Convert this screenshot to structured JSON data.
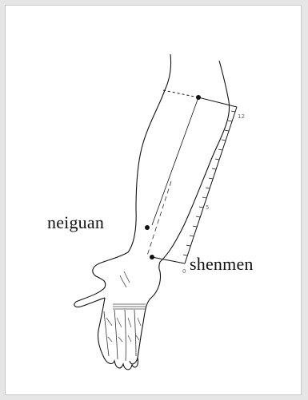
{
  "points": [
    {
      "name": "neiguan"
    },
    {
      "name": "shenmen"
    }
  ],
  "scale": {
    "top": "12",
    "mid": "5",
    "bottom": "0"
  },
  "colors": {
    "ink": "#111111",
    "background": "#ffffff",
    "panel": "#e6e6e6"
  }
}
